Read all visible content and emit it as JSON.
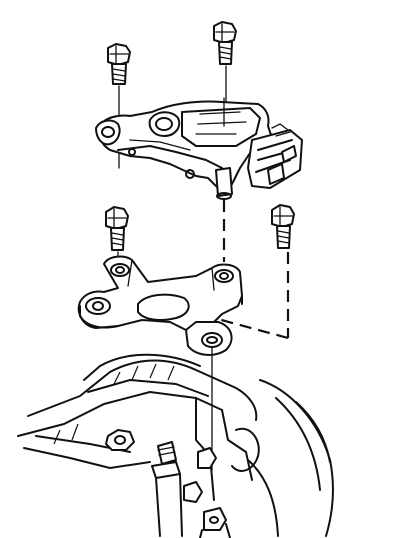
{
  "diagram": {
    "kind": "exploded-assembly-line-drawing",
    "colors": {
      "ink": "#111111",
      "paper": "#ffffff"
    },
    "parts": [
      "bolt-top-left",
      "bolt-top-center",
      "actuator-unit",
      "bolt-mid-left",
      "bolt-mid-right",
      "mounting-bracket",
      "base-structure",
      "stud-bottom-left",
      "stud-bottom-right"
    ]
  }
}
